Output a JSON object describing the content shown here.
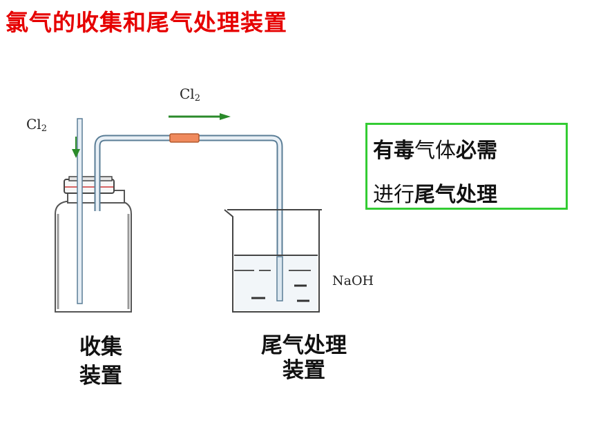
{
  "title": "氯气的收集和尾气处理装置",
  "gas_label_inlet": {
    "base": "Cl",
    "sub": "2"
  },
  "gas_label_flow": {
    "base": "Cl",
    "sub": "2"
  },
  "naoh_label": "NaOH",
  "note": {
    "line1": [
      {
        "text": "有毒",
        "bold": true
      },
      {
        "text": "气体",
        "bold": false
      },
      {
        "text": "必需",
        "bold": true
      }
    ],
    "line2": [
      {
        "text": "进行",
        "bold": false
      },
      {
        "text": "尾气处理",
        "bold": true
      }
    ]
  },
  "caption_collect": {
    "line1": "收集",
    "line2": "装置"
  },
  "caption_treat": {
    "line1": "尾气处理",
    "line2": "装置"
  },
  "colors": {
    "title": "#e60000",
    "arrow": "#2a8a2a",
    "connector": "#f08a5d",
    "note_border": "#33cc33",
    "glass": "#333333",
    "tube": "#6b9ab8"
  }
}
